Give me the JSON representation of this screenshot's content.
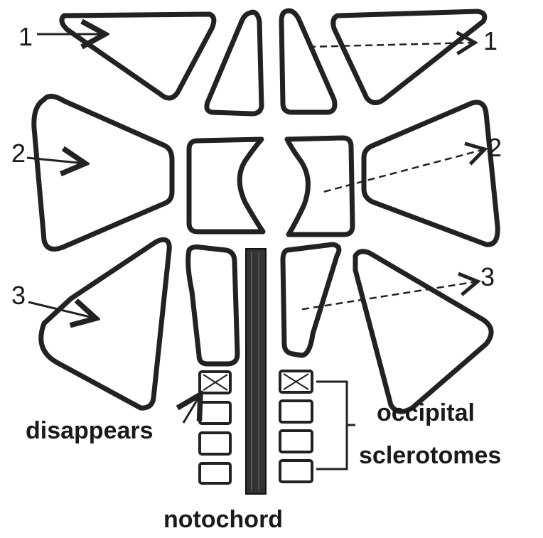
{
  "diagram": {
    "labels": {
      "num_1_left": "1",
      "num_1_right": "1",
      "num_2_left": "2",
      "num_2_right": "2",
      "num_3_left": "3",
      "num_3_right": "3",
      "disappears": "disappears",
      "occipital": "occipital",
      "sclerotomes": "sclerotomes",
      "notochord": "notochord"
    }
  }
}
